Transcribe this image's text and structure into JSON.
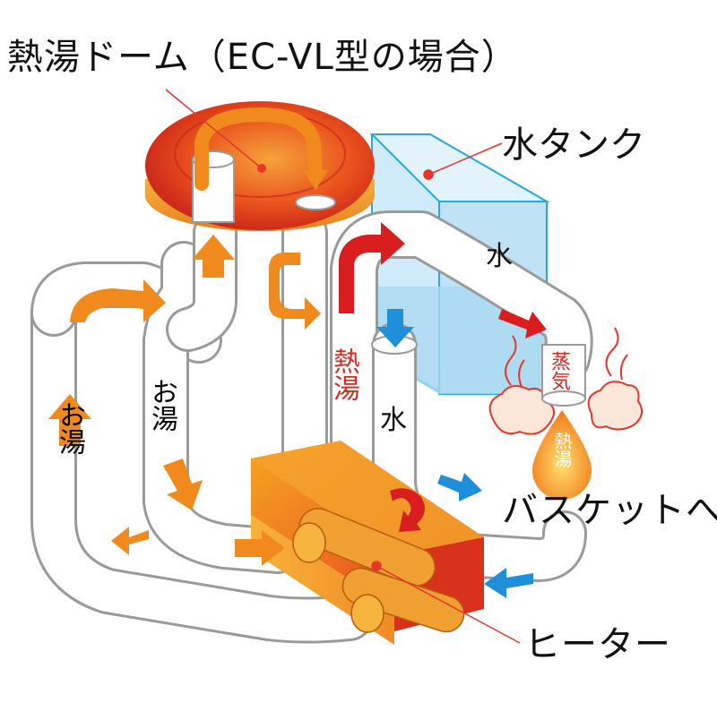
{
  "labels": {
    "title": "熱湯ドーム（EC-VL型の場合）",
    "tank": "水タンク",
    "water_in_tank": "水",
    "steam": "蒸気",
    "hot_water_drop": "熱湯",
    "hot_water_pipe": "熱湯",
    "water_pipe": "水",
    "warm_water_left": "お湯",
    "warm_water_inner": "お湯",
    "to_basket": "バスケットへ",
    "heater": "ヒーター"
  },
  "colors": {
    "dome_top": "#e8401a",
    "dome_rim": "#f0a030",
    "tank_fill": "#bfe3f5",
    "tank_edge": "#2aa7dc",
    "pipe_edge": "#9a9a9a",
    "arrow_orange": "#f08a1c",
    "arrow_red": "#d81e1e",
    "arrow_blue": "#1e8fd8",
    "leader_line": "#e8352a",
    "label_red": "#d62a1e"
  }
}
